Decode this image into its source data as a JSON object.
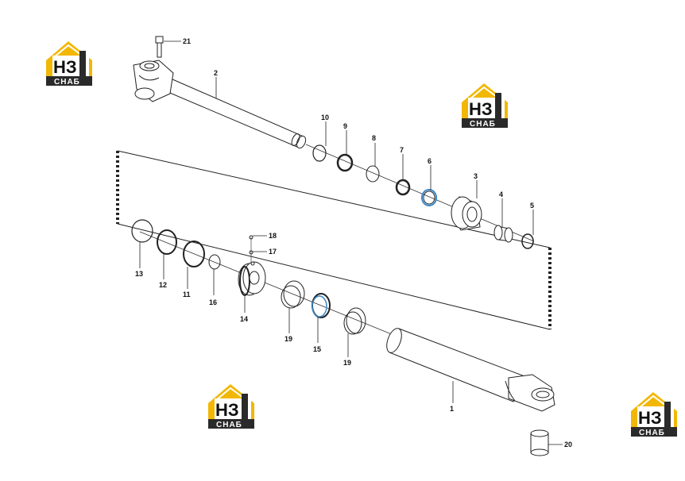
{
  "logo": {
    "mark": "НЗ",
    "caption": "СНАБ",
    "accent": "#f2b705",
    "dark": "#222222"
  },
  "labels": {
    "p1": "1",
    "p2": "2",
    "p3": "3",
    "p4": "4",
    "p5": "5",
    "p6": "6",
    "p7": "7",
    "p8": "8",
    "p9": "9",
    "p10": "10",
    "p11": "11",
    "p12": "12",
    "p13": "13",
    "p14": "14",
    "p15": "15",
    "p16": "16",
    "p17": "17",
    "p18": "18",
    "p19a": "19",
    "p19b": "19",
    "p20": "20",
    "p21": "21"
  },
  "colors": {
    "line": "#222222",
    "seal_blue": "#3a86c8"
  }
}
